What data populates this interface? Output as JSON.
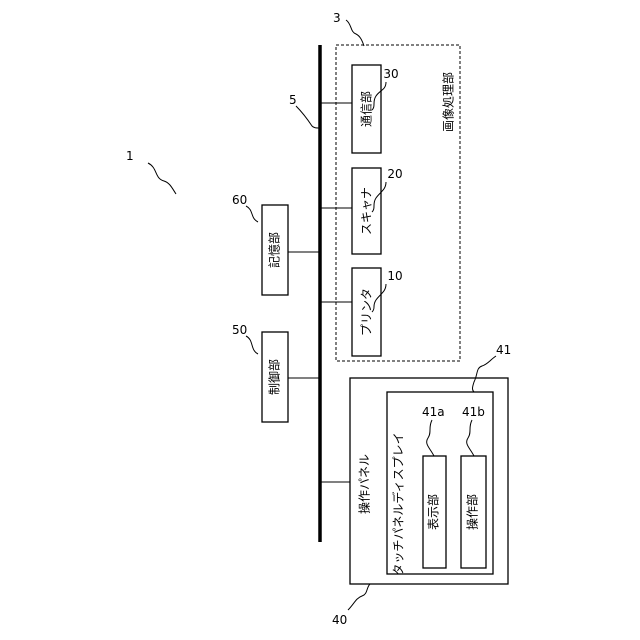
{
  "reference_numbers": {
    "system": "1",
    "image_processing": "3",
    "bus": "5",
    "communication": "30",
    "scanner": "20",
    "printer": "10",
    "storage": "60",
    "control": "50",
    "operation_panel": "40",
    "touch_panel": "41",
    "display": "41a",
    "operation": "41b"
  },
  "labels": {
    "image_processing": "画像処理部",
    "communication": "通信部",
    "scanner": "スキャナ",
    "printer": "プリンタ",
    "storage": "記憶部",
    "control": "制御部",
    "operation_panel": "操作パネル",
    "touch_panel": "タッチパネルディスプレイ",
    "display": "表示部",
    "operation": "操作部"
  }
}
